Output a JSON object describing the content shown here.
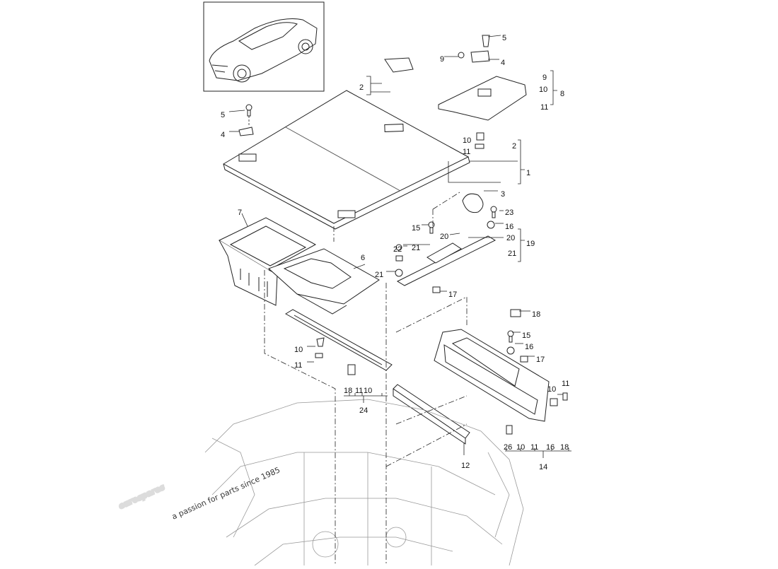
{
  "watermark": {
    "brand": "eurospares",
    "tagline": "a passion for parts since 1985",
    "brand_color": "#d9d9d9",
    "tagline_color": "#eeee9a"
  },
  "callouts": [
    {
      "id": "c5-top",
      "text": "5"
    },
    {
      "id": "c9",
      "text": "9"
    },
    {
      "id": "c4-top",
      "text": "4"
    },
    {
      "id": "c9-grp",
      "text": "9"
    },
    {
      "id": "c10-grp",
      "text": "10"
    },
    {
      "id": "c8",
      "text": "8"
    },
    {
      "id": "c11-grp",
      "text": "11"
    },
    {
      "id": "c2-left",
      "text": "2"
    },
    {
      "id": "c5-left",
      "text": "5"
    },
    {
      "id": "c4-left",
      "text": "4"
    },
    {
      "id": "c10-mid",
      "text": "10"
    },
    {
      "id": "c11-mid",
      "text": "11"
    },
    {
      "id": "c2-right",
      "text": "2"
    },
    {
      "id": "c1",
      "text": "1"
    },
    {
      "id": "c3",
      "text": "3"
    },
    {
      "id": "c7",
      "text": "7"
    },
    {
      "id": "c23",
      "text": "23"
    },
    {
      "id": "c15-a",
      "text": "15"
    },
    {
      "id": "c16-a",
      "text": "16"
    },
    {
      "id": "c20-a",
      "text": "20"
    },
    {
      "id": "c20-grp",
      "text": "20"
    },
    {
      "id": "c19",
      "text": "19"
    },
    {
      "id": "c22",
      "text": "22"
    },
    {
      "id": "c21-a",
      "text": "21"
    },
    {
      "id": "c21-grp",
      "text": "21"
    },
    {
      "id": "c6",
      "text": "6"
    },
    {
      "id": "c21-b",
      "text": "21"
    },
    {
      "id": "c17-a",
      "text": "17"
    },
    {
      "id": "c18-a",
      "text": "18"
    },
    {
      "id": "c15-b",
      "text": "15"
    },
    {
      "id": "c16-b",
      "text": "16"
    },
    {
      "id": "c17-b",
      "text": "17"
    },
    {
      "id": "c10-l",
      "text": "10"
    },
    {
      "id": "c11-l",
      "text": "11"
    },
    {
      "id": "c18-row",
      "text": "18"
    },
    {
      "id": "c11-row",
      "text": "11"
    },
    {
      "id": "c10-row",
      "text": "10"
    },
    {
      "id": "c24",
      "text": "24"
    },
    {
      "id": "c11-r",
      "text": "11"
    },
    {
      "id": "c10-r",
      "text": "10"
    },
    {
      "id": "c26-row",
      "text": "26"
    },
    {
      "id": "c10-row2",
      "text": "10"
    },
    {
      "id": "c11-row2",
      "text": "11"
    },
    {
      "id": "c16-row2",
      "text": "16"
    },
    {
      "id": "c18-row2",
      "text": "18"
    },
    {
      "id": "c12",
      "text": "12"
    },
    {
      "id": "c14",
      "text": "14"
    }
  ]
}
